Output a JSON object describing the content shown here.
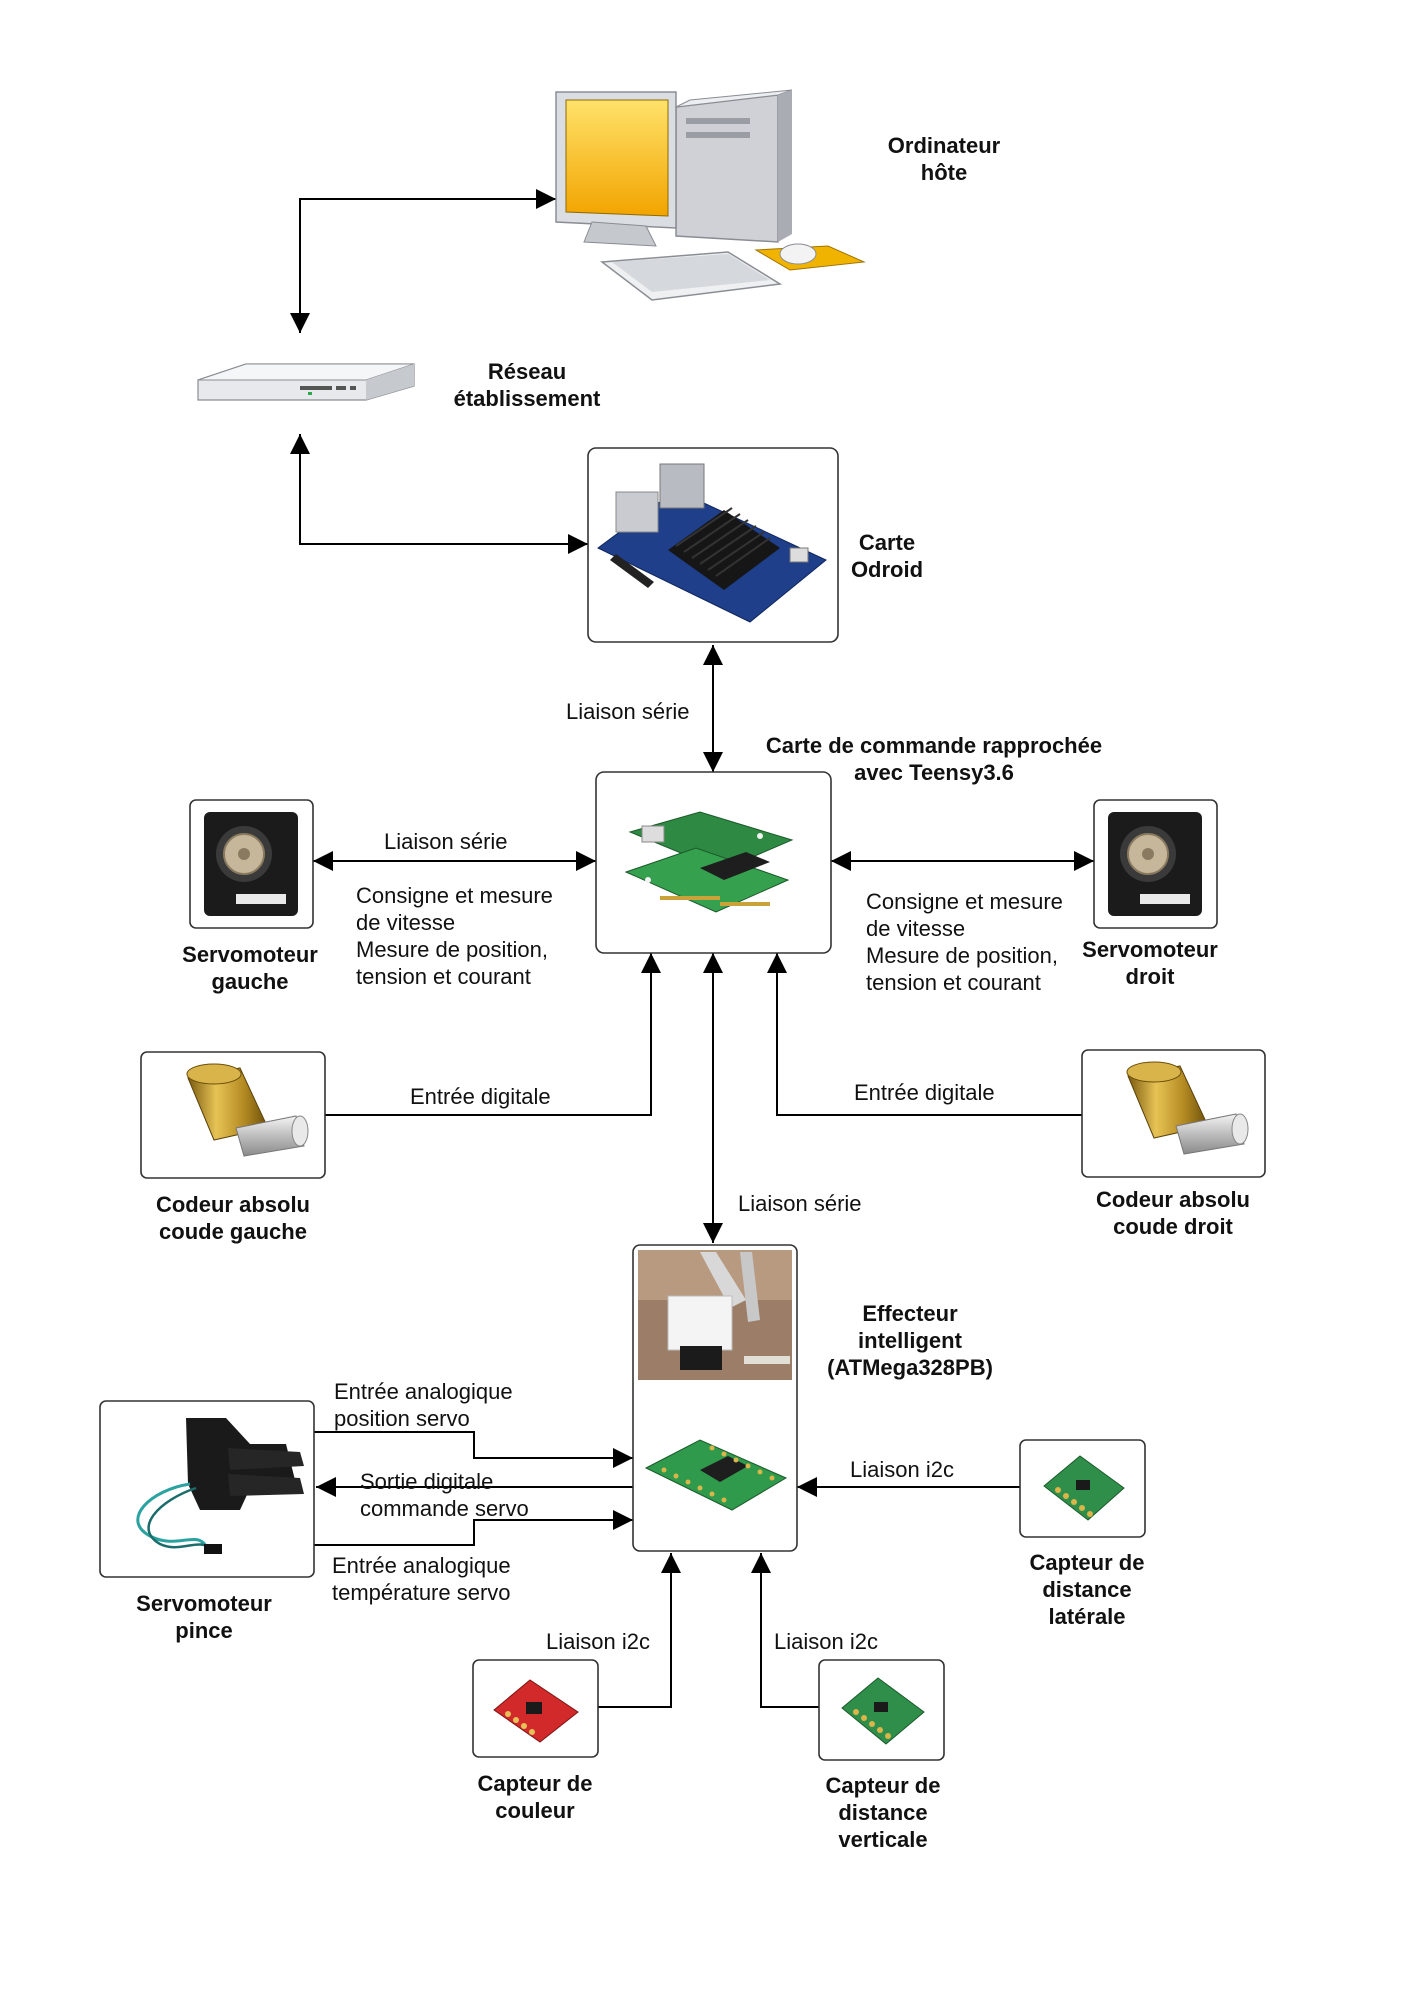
{
  "nodes": {
    "host": {
      "label": "Ordinateur\nhôte"
    },
    "network": {
      "label": "Réseau\nétablissement"
    },
    "odroid": {
      "label": "Carte\nOdroid"
    },
    "teensy": {
      "label": "Carte de commande rapprochée\navec Teensy3.6"
    },
    "servo_left": {
      "label": "Servomoteur\ngauche"
    },
    "servo_right": {
      "label": "Servomoteur\ndroit"
    },
    "encoder_left": {
      "label": "Codeur absolu\ncoude gauche"
    },
    "encoder_right": {
      "label": "Codeur absolu\ncoude droit"
    },
    "effector": {
      "label": "Effecteur\nintelligent\n(ATMega328PB)"
    },
    "gripper": {
      "label": "Servomoteur\npince"
    },
    "lateral": {
      "label": "Capteur de\ndistance\nlatérale"
    },
    "color": {
      "label": "Capteur de\ncouleur"
    },
    "vertical": {
      "label": "Capteur de\ndistance\nverticale"
    }
  },
  "edges": {
    "odroid_teensy": "Liaison série",
    "servo_left": "Liaison série",
    "servo_left_desc": "Consigne et mesure\nde vitesse\nMesure de position,\ntension et courant",
    "servo_right_desc": "Consigne et mesure\nde vitesse\nMesure de position,\ntension et courant",
    "encoder_left": "Entrée digitale",
    "encoder_right": "Entrée digitale",
    "teensy_effector": "Liaison série",
    "gripper_pos": "Entrée analogique\nposition servo",
    "gripper_cmd": "Sortie digitale\ncommande servo",
    "gripper_temp": "Entrée analogique\ntempérature servo",
    "lateral": "Liaison i2c",
    "color": "Liaison i2c",
    "vertical": "Liaison i2c"
  }
}
